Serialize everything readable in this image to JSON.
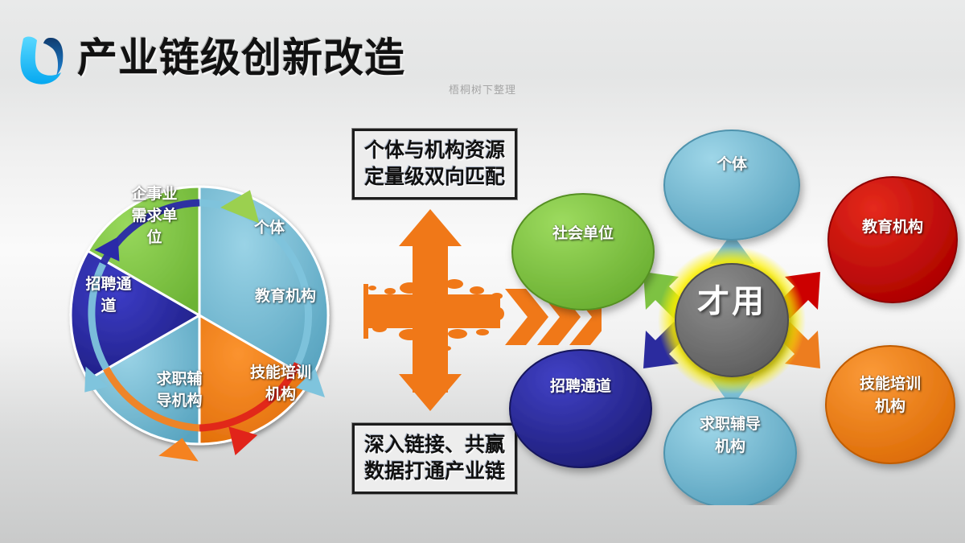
{
  "header": {
    "title": "产业链级创新改造",
    "logo_icon": "u-shape-logo-icon",
    "watermark": "梧桐树下整理"
  },
  "colors": {
    "light_blue": "#6BAFC9",
    "red": "#CC0000",
    "orange": "#ED7D1F",
    "dark_blue": "#2B2B9E",
    "green": "#7DC242",
    "gray_core": "#6E6E6E",
    "glow_yellow": "#F5EC1E",
    "background": "#EDEDED",
    "callout_border": "#1C1C1C"
  },
  "pie_diagram": {
    "name": "industry-chain-wheel",
    "segments": [
      {
        "label": "个体",
        "color": "#6BAFC9",
        "arrow": "curved-arrow-icon"
      },
      {
        "label": "教育机构",
        "color": "#CC0000",
        "arrow": "curved-arrow-icon"
      },
      {
        "label": "技能培训\n机构",
        "color": "#ED7D1F",
        "arrow": "curved-arrow-icon"
      },
      {
        "label": "求职辅\n导机构",
        "color": "#6BAFC9",
        "arrow": "curved-arrow-icon"
      },
      {
        "label": "招聘通\n道",
        "color": "#2B2B9E",
        "arrow": "curved-arrow-icon"
      },
      {
        "label": "企事业\n需求单\n位",
        "color": "#7DC242",
        "arrow": "curved-arrow-icon"
      }
    ]
  },
  "center": {
    "callout_top": "个体与机构资源\n定量级双向匹配",
    "callout_bottom": "深入链接、共赢\n数据打通产业链",
    "cross_arrow_icon": "four-way-cross-arrow-icon",
    "chevron_icon": "triple-chevron-right-icon",
    "cross_color": "#F07818"
  },
  "hub_diagram": {
    "name": "talent-hub-diagram",
    "core": {
      "label": "才用",
      "color": "#6E6E6E",
      "glow": "#F5EC1E"
    },
    "nodes": [
      {
        "label": "个体",
        "color": "#6BAFC9",
        "arrow_icon": "arrow-up-icon",
        "arrow_color": "#6BAFC9",
        "position": "top"
      },
      {
        "label": "教育机构",
        "color": "#CC0000",
        "arrow_icon": "arrow-up-right-icon",
        "arrow_color": "#CC0000",
        "position": "top-right"
      },
      {
        "label": "技能培训\n机构",
        "color": "#ED7D1F",
        "arrow_icon": "arrow-down-right-icon",
        "arrow_color": "#ED7D1F",
        "position": "bottom-right"
      },
      {
        "label": "求职辅导\n机构",
        "color": "#6BAFC9",
        "arrow_icon": "arrow-down-icon",
        "arrow_color": "#6BAFC9",
        "position": "bottom"
      },
      {
        "label": "招聘通道",
        "color": "#2B2B9E",
        "arrow_icon": "arrow-down-left-icon",
        "arrow_color": "#2B2B9E",
        "position": "bottom-left"
      },
      {
        "label": "社会单位",
        "color": "#7DC242",
        "arrow_icon": "arrow-up-left-icon",
        "arrow_color": "#7DC242",
        "position": "top-left"
      }
    ]
  }
}
